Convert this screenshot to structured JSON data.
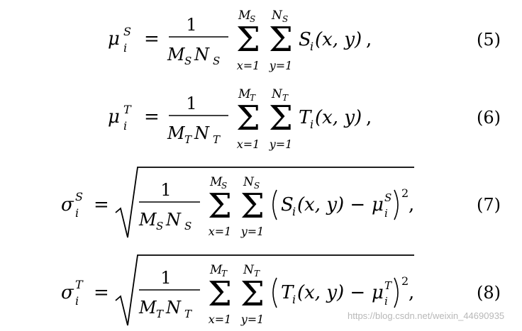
{
  "equations": [
    {
      "number": "(5)",
      "lhs": {
        "sym": "μ",
        "sup": "S",
        "sub": "i"
      },
      "frac": {
        "num": "1",
        "den_a": "M",
        "den_a_sub": "S",
        "den_b": "N",
        "den_b_sub": "S"
      },
      "sum1": {
        "upper": "M",
        "upper_sub": "S",
        "lower": "x=1"
      },
      "sum2": {
        "upper": "N",
        "upper_sub": "S",
        "lower": "y=1"
      },
      "body": {
        "f": "S",
        "f_sub": "i",
        "args": "(x, y)",
        "tail": ","
      }
    },
    {
      "number": "(6)",
      "lhs": {
        "sym": "μ",
        "sup": "T",
        "sub": "i"
      },
      "frac": {
        "num": "1",
        "den_a": "M",
        "den_a_sub": "T",
        "den_b": "N",
        "den_b_sub": "T"
      },
      "sum1": {
        "upper": "M",
        "upper_sub": "T",
        "lower": "x=1"
      },
      "sum2": {
        "upper": "N",
        "upper_sub": "T",
        "lower": "y=1"
      },
      "body": {
        "f": "T",
        "f_sub": "i",
        "args": "(x, y)",
        "tail": ","
      }
    },
    {
      "number": "(7)",
      "lhs": {
        "sym": "σ",
        "sup": "S",
        "sub": "i"
      },
      "frac": {
        "num": "1",
        "den_a": "M",
        "den_a_sub": "S",
        "den_b": "N",
        "den_b_sub": "S"
      },
      "sum1": {
        "upper": "M",
        "upper_sub": "S",
        "lower": "x=1"
      },
      "sum2": {
        "upper": "N",
        "upper_sub": "S",
        "lower": "y=1"
      },
      "body": {
        "f": "S",
        "f_sub": "i",
        "args": "(x, y) − ",
        "mu": "μ",
        "mu_sup": "S",
        "mu_sub": "i",
        "power": "2",
        "tail": ","
      }
    },
    {
      "number": "(8)",
      "lhs": {
        "sym": "σ",
        "sup": "T",
        "sub": "i"
      },
      "frac": {
        "num": "1",
        "den_a": "M",
        "den_a_sub": "T",
        "den_b": "N",
        "den_b_sub": "T"
      },
      "sum1": {
        "upper": "M",
        "upper_sub": "T",
        "lower": "x=1"
      },
      "sum2": {
        "upper": "N",
        "upper_sub": "T",
        "lower": "y=1"
      },
      "body": {
        "f": "T",
        "f_sub": "i",
        "args": "(x, y) − ",
        "mu": "μ",
        "mu_sup": "T",
        "mu_sub": "i",
        "power": "2",
        "tail": ","
      }
    }
  ],
  "symbols": {
    "equals": "=",
    "sigma_sum": "Σ"
  },
  "watermark": "https://blog.csdn.net/weixin_44690935"
}
